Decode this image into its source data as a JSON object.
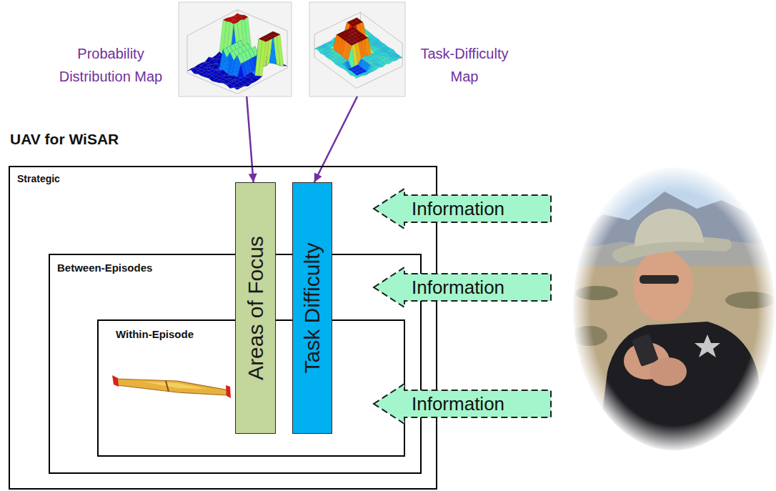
{
  "diagram": {
    "title": "UAV for WiSAR",
    "nodes": [
      {
        "text": [
          "Probability Distribution Map"
        ]
      },
      {
        "text": [
          "Task-Difficulty Map"
        ]
      },
      {
        "text": [
          "Strategic"
        ]
      },
      {
        "text": [
          "Between-Episodes"
        ],
        "in": 2
      },
      {
        "text": [
          "Within-Episode"
        ],
        "in": 3
      },
      {
        "text": [
          "Areas of Focus"
        ],
        "in": 2
      },
      {
        "text": [
          "Task Difficulty"
        ],
        "in": 2
      },
      {
        "text": [
          "Information"
        ]
      },
      {
        "text": [
          "Information"
        ]
      },
      {
        "text": [
          "Information"
        ]
      }
    ],
    "edges": [
      {
        "from": 0,
        "to": 5,
        "arrow": "to"
      },
      {
        "from": 1,
        "to": 6,
        "arrow": "to"
      }
    ]
  }
}
